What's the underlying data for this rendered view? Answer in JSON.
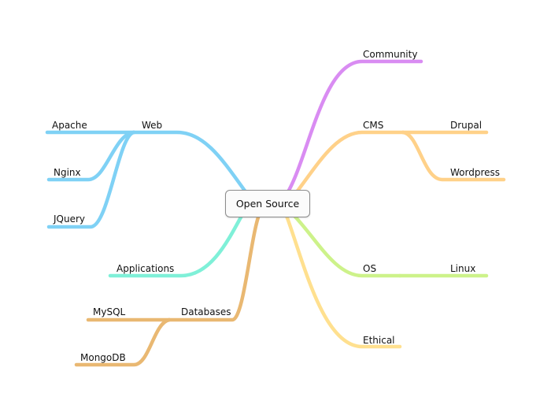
{
  "central": {
    "label": "Open Source"
  },
  "colors": {
    "web": "#7fd1f5",
    "applications": "#7ff0d8",
    "databases": "#e9b872",
    "community": "#d98cf2",
    "cms": "#ffd189",
    "os": "#cdf28a",
    "ethical": "#ffe08f"
  },
  "topics": {
    "web": {
      "label": "Web",
      "children": [
        "Apache",
        "Nginx",
        "JQuery"
      ]
    },
    "applications": {
      "label": "Applications"
    },
    "databases": {
      "label": "Databases",
      "children": [
        "MySQL",
        "MongoDB"
      ]
    },
    "community": {
      "label": "Community"
    },
    "cms": {
      "label": "CMS",
      "children": [
        "Drupal",
        "Wordpress"
      ]
    },
    "os": {
      "label": "OS",
      "children": [
        "Linux"
      ]
    },
    "ethical": {
      "label": "Ethical"
    }
  }
}
